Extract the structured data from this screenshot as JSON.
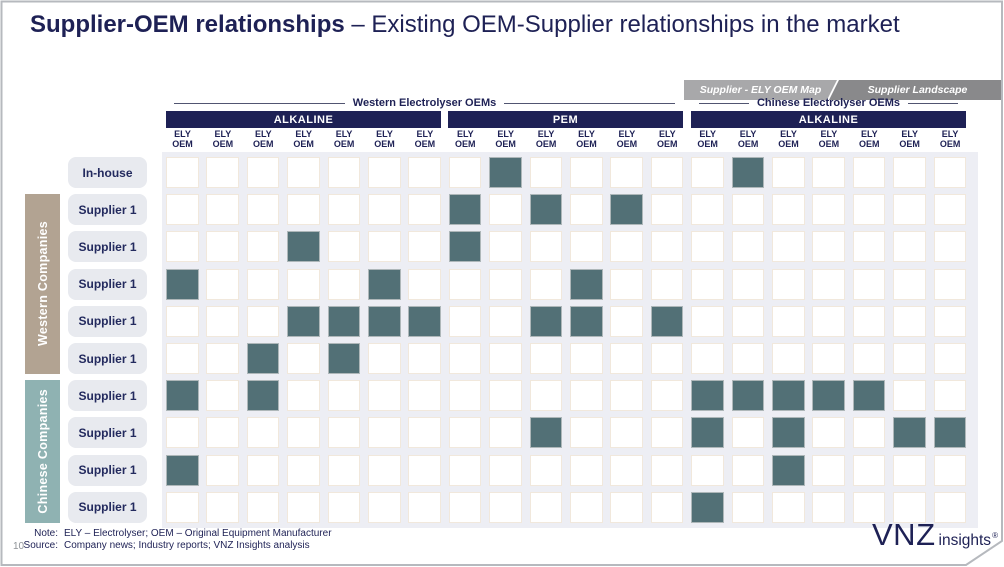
{
  "title": {
    "bold": "Supplier-OEM relationships",
    "rest": " – Existing OEM-Supplier relationships in the market"
  },
  "tabs": [
    {
      "label": "Supplier - ELY OEM Map"
    },
    {
      "label": "Supplier Landscape"
    }
  ],
  "chart_data": {
    "type": "heatmap",
    "column_count": 20,
    "col_label_line1": "ELY",
    "col_label_line2": "OEM",
    "origin_groups": [
      {
        "label": "Western Electrolyser OEMs",
        "col_start": 0,
        "col_span": 13
      },
      {
        "label": "Chinese Electrolyser OEMs",
        "col_start": 13,
        "col_span": 7
      }
    ],
    "technology_bands": [
      {
        "label": "ALKALINE",
        "col_start": 0,
        "col_span": 7
      },
      {
        "label": "PEM",
        "col_start": 7,
        "col_span": 6
      },
      {
        "label": "ALKALINE",
        "col_start": 13,
        "col_span": 7
      }
    ],
    "row_groups": [
      {
        "label": "Western Companies",
        "row_start": 1,
        "row_end": 5
      },
      {
        "label": "Chinese Companies",
        "row_start": 6,
        "row_end": 9
      }
    ],
    "rows": [
      {
        "label": "In-house",
        "filled": [
          8,
          14
        ]
      },
      {
        "label": "Supplier 1",
        "filled": [
          7,
          9,
          11
        ]
      },
      {
        "label": "Supplier 1",
        "filled": [
          3,
          7
        ]
      },
      {
        "label": "Supplier 1",
        "filled": [
          0,
          5,
          10
        ]
      },
      {
        "label": "Supplier 1",
        "filled": [
          3,
          4,
          5,
          6,
          9,
          10,
          12
        ]
      },
      {
        "label": "Supplier 1",
        "filled": [
          2,
          4
        ]
      },
      {
        "label": "Supplier 1",
        "filled": [
          0,
          2,
          13,
          14,
          15,
          16,
          17
        ]
      },
      {
        "label": "Supplier 1",
        "filled": [
          9,
          13,
          15,
          18,
          19
        ]
      },
      {
        "label": "Supplier 1",
        "filled": [
          0,
          15
        ]
      },
      {
        "label": "Supplier 1",
        "filled": [
          13
        ]
      }
    ],
    "legend": "filled cell = existing supplier-OEM relationship"
  },
  "footer": {
    "page_number": "10",
    "note_label": "Note:",
    "note_text": "ELY – Electrolyser; OEM – Original Equipment Manufacturer",
    "source_label": "Source:",
    "source_text": "Company news; Industry reports; VNZ Insights analysis"
  },
  "logo": {
    "brand": "VNZ",
    "suffix": "insights",
    "registered": "®"
  },
  "colors": {
    "navy": "#1e2155",
    "filled_cell": "#527076",
    "grid_bg": "#edeef4",
    "pill_bg": "#e8eaef",
    "western_band": "#b2a392",
    "chinese_band": "#8fb2b2",
    "tab_light": "#a8a8aa",
    "tab_dark": "#89898b"
  }
}
